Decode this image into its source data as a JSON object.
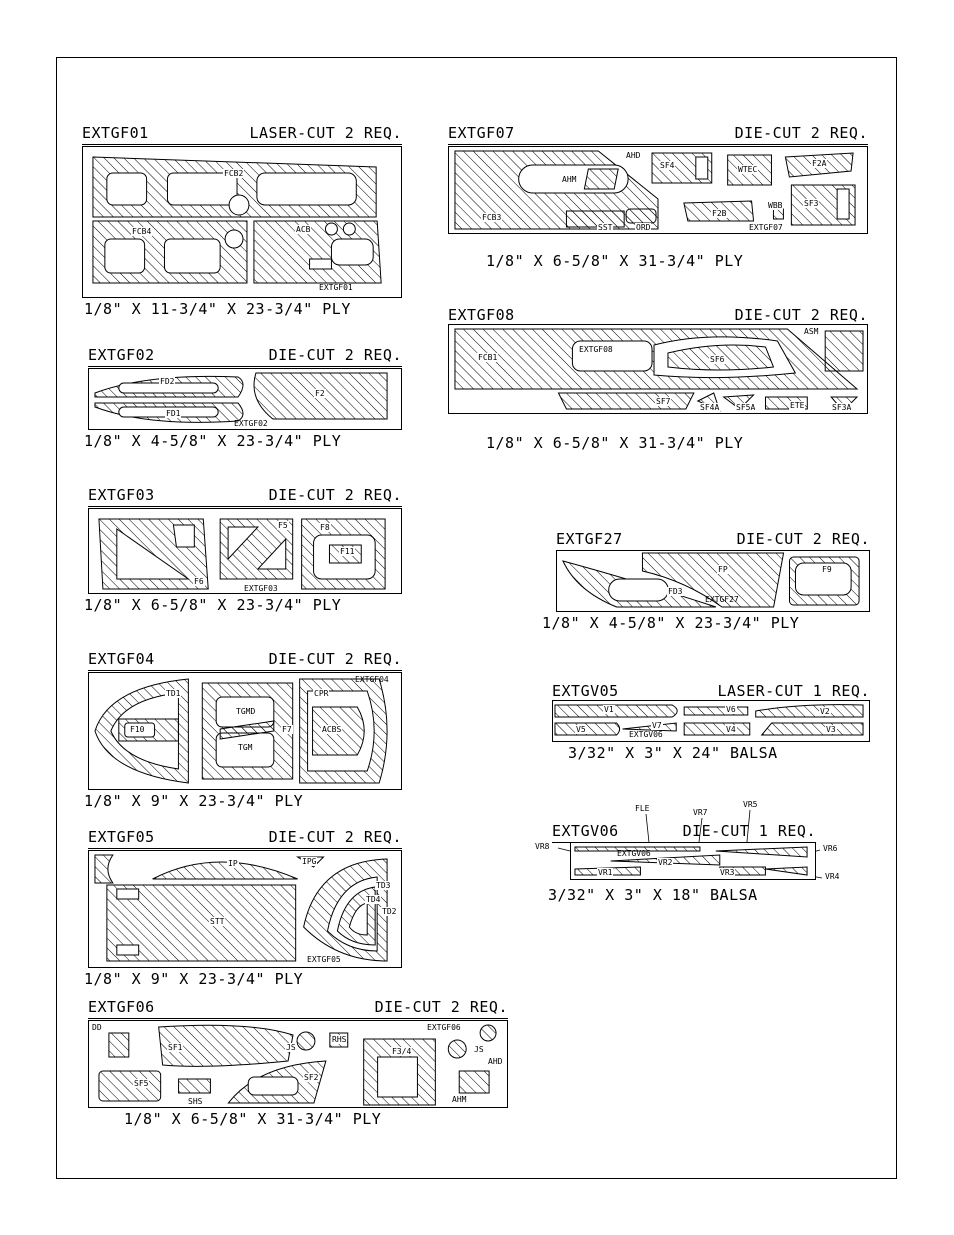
{
  "sheets": {
    "extgf01": {
      "name": "EXTGF01",
      "cut": "LASER-CUT 2 REQ.",
      "dim": "1/8\" X 11-3/4\" X 23-3/4\" PLY",
      "labels": [
        "FCB2",
        "FCB4",
        "ACB",
        "EXTGF01"
      ]
    },
    "extgf02": {
      "name": "EXTGF02",
      "cut": "DIE-CUT 2 REQ.",
      "dim": "1/8\" X 4-5/8\" X 23-3/4\" PLY",
      "labels": [
        "FD2",
        "FD1",
        "F2",
        "EXTGF02"
      ]
    },
    "extgf03": {
      "name": "EXTGF03",
      "cut": "DIE-CUT 2 REQ.",
      "dim": "1/8\" X 6-5/8\" X 23-3/4\" PLY",
      "labels": [
        "F5",
        "F8",
        "F11",
        "F6",
        "EXTGF03"
      ]
    },
    "extgf04": {
      "name": "EXTGF04",
      "cut": "DIE-CUT 2 REQ.",
      "dim": "1/8\" X 9\" X 23-3/4\" PLY",
      "labels": [
        "TD1",
        "F10",
        "TGMD",
        "TGM",
        "F7",
        "CPR",
        "ACBS",
        "EXTGF04"
      ]
    },
    "extgf05": {
      "name": "EXTGF05",
      "cut": "DIE-CUT 2 REQ.",
      "dim": "1/8\" X 9\" X 23-3/4\" PLY",
      "labels": [
        "IP",
        "IPG",
        "STT",
        "TD4",
        "TD3",
        "TD2",
        "EXTGF05"
      ]
    },
    "extgf06": {
      "name": "EXTGF06",
      "cut": "DIE-CUT 2 REQ.",
      "dim": "1/8\" X 6-5/8\" X 31-3/4\" PLY",
      "labels": [
        "DD",
        "SF1",
        "JS",
        "RHS",
        "F3/4",
        "JS",
        "AHD",
        "SF5",
        "SHS",
        "SF2",
        "AHM",
        "EXTGF06"
      ]
    },
    "extgf07": {
      "name": "EXTGF07",
      "cut": "DIE-CUT 2 REQ.",
      "dim": "1/8\" X 6-5/8\" X 31-3/4\" PLY",
      "labels": [
        "AHD",
        "AHM",
        "SF4",
        "WTEC",
        "F2A",
        "FCB3",
        "SST",
        "ORD",
        "F2B",
        "WBB",
        "SF3",
        "EXTGF07"
      ]
    },
    "extgf08": {
      "name": "EXTGF08",
      "cut": "DIE-CUT 2 REQ.",
      "dim": "1/8\" X 6-5/8\" X 31-3/4\" PLY",
      "labels": [
        "FCB1",
        "EXTGF08",
        "SF6",
        "ASM",
        "SF7",
        "SF4A",
        "SF5A",
        "ETE",
        "SF3A"
      ]
    },
    "extgf27": {
      "name": "EXTGF27",
      "cut": "DIE-CUT 2 REQ.",
      "dim": "1/8\" X 4-5/8\" X 23-3/4\" PLY",
      "labels": [
        "FP",
        "F9",
        "FD3",
        "EXTGF27"
      ]
    },
    "extgv05": {
      "name": "EXTGV05",
      "cut": "LASER-CUT 1 REQ.",
      "dim": "3/32\" X 3\" X 24\" BALSA",
      "labels": [
        "V1",
        "V6",
        "V2",
        "V5",
        "V7",
        "V4",
        "V3",
        "EXTGV06"
      ]
    },
    "extgv06": {
      "name": "EXTGV06",
      "cut": "DIE-CUT 1 REQ.",
      "dim": "3/32\" X 3\" X 18\" BALSA",
      "labels": [
        "FLE",
        "VR7",
        "VR5",
        "VR8",
        "EXTGV06",
        "VR6",
        "VR2",
        "VR1",
        "VR3",
        "VR4"
      ]
    }
  }
}
